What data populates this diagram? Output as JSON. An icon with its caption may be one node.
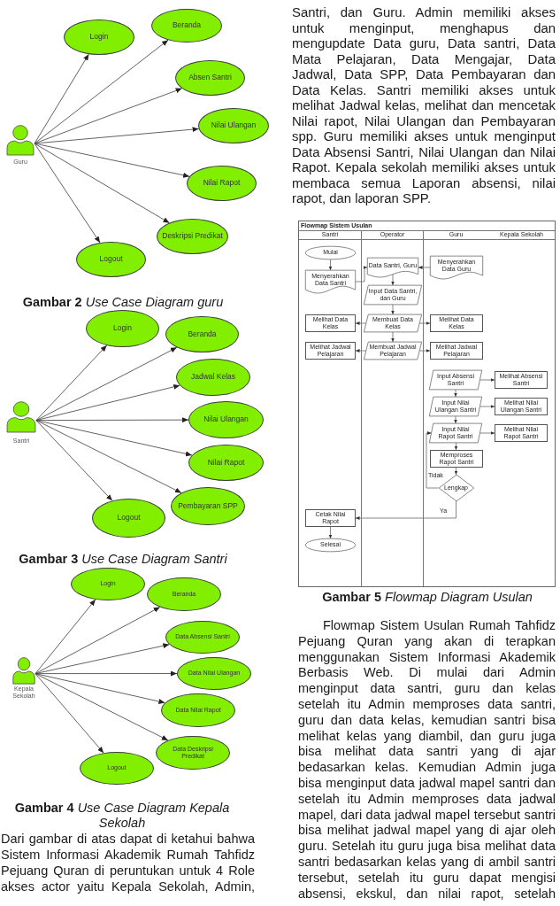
{
  "diagram": {
    "nodes": [
      {
        "text": [],
        "shape": "person",
        "beside": [
          "Guru"
        ]
      },
      {
        "text": [
          "Login"
        ]
      },
      {
        "text": [
          "Beranda"
        ]
      },
      {
        "text": [
          "Absen Santri"
        ]
      },
      {
        "text": [
          "Nilai Ulangan"
        ]
      },
      {
        "text": [
          "Nilai Rapot"
        ]
      },
      {
        "text": [
          "Deskripsi Predikat"
        ]
      },
      {
        "text": [
          "Logout"
        ]
      },
      {
        "text": [],
        "shape": "person",
        "beside": [
          "Santri"
        ]
      },
      {
        "text": [
          "Login"
        ]
      },
      {
        "text": [
          "Beranda"
        ]
      },
      {
        "text": [
          "Jadwal Kelas"
        ]
      },
      {
        "text": [
          "Nilai Ulangan"
        ]
      },
      {
        "text": [
          "Nilai Rapot"
        ]
      },
      {
        "text": [
          "Pembayaran SPP"
        ]
      },
      {
        "text": [
          "Logout"
        ]
      },
      {
        "text": [],
        "shape": "person",
        "beside": [
          "Kepala Sekolah"
        ]
      },
      {
        "text": [
          "Login"
        ]
      },
      {
        "text": [
          "Beranda"
        ]
      },
      {
        "text": [
          "Data Absensi Santri"
        ]
      },
      {
        "text": [
          "Data Nilai Ulangan"
        ]
      },
      {
        "text": [
          "Data Nilai Rapot"
        ]
      },
      {
        "text": [
          "Data Deskripsi Predikat"
        ]
      },
      {
        "text": [
          "Logout"
        ]
      },
      {
        "text": [
          "Flowmap Sistem Usulan"
        ]
      },
      {
        "text": [
          "Santri"
        ],
        "in": 24
      },
      {
        "text": [
          "Operator"
        ],
        "in": 24
      },
      {
        "text": [
          "Guru"
        ],
        "in": 24
      },
      {
        "text": [
          "Kepala Sekolah"
        ],
        "in": 24
      },
      {
        "text": [
          "Mulai"
        ],
        "in": 25
      },
      {
        "text": [
          "Menyerahkan Data Santri"
        ],
        "in": 25
      },
      {
        "text": [
          "Melihat Data Kelas"
        ],
        "in": 25
      },
      {
        "text": [
          "Melihat Jadwal Pelajaran"
        ],
        "in": 25
      },
      {
        "text": [
          "Cetak Nilai Rapot"
        ],
        "in": 25
      },
      {
        "text": [
          "Selesai"
        ],
        "in": 25
      },
      {
        "text": [
          "Data Santri, Guru"
        ],
        "in": 26
      },
      {
        "text": [
          "Input Data Santri, dan Guru"
        ],
        "in": 26
      },
      {
        "text": [
          "Membuat Data Kelas"
        ],
        "in": 26
      },
      {
        "text": [
          "Membuat Jadwal Pelajaran"
        ],
        "in": 26
      },
      {
        "text": [
          "Menyerahkan Data Guru"
        ],
        "in": 27
      },
      {
        "text": [
          "Melihat Data Kelas"
        ],
        "in": 27
      },
      {
        "text": [
          "Melihat Jadwal Pelajaran"
        ],
        "in": 27
      },
      {
        "text": [
          "Input Absensi Santri"
        ],
        "in": 27
      },
      {
        "text": [
          "Input Nilai Ulangan Santri"
        ],
        "in": 27
      },
      {
        "text": [
          "Input Nilai Rapot Santri"
        ],
        "in": 27
      },
      {
        "text": [
          "Memproses Rapot Santri"
        ],
        "in": 27
      },
      {
        "text": [
          "Lengkap"
        ],
        "in": 27
      },
      {
        "text": [
          "Melihat Absensi Santri"
        ],
        "in": 28
      },
      {
        "text": [
          "Melihat Nilai Ulangan Santri"
        ],
        "in": 28
      },
      {
        "text": [
          "Melihat Nilai Rapot Santri"
        ],
        "in": 28
      }
    ],
    "edges": [
      {
        "from": 0,
        "to": 1,
        "arrow": "to"
      },
      {
        "from": 0,
        "to": 2,
        "arrow": "to"
      },
      {
        "from": 0,
        "to": 3,
        "arrow": "to"
      },
      {
        "from": 0,
        "to": 4,
        "arrow": "to"
      },
      {
        "from": 0,
        "to": 5,
        "arrow": "to"
      },
      {
        "from": 0,
        "to": 6,
        "arrow": "to"
      },
      {
        "from": 0,
        "to": 7,
        "arrow": "to"
      },
      {
        "from": 8,
        "to": 9,
        "arrow": "to"
      },
      {
        "from": 8,
        "to": 10,
        "arrow": "to"
      },
      {
        "from": 8,
        "to": 11,
        "arrow": "to"
      },
      {
        "from": 8,
        "to": 12,
        "arrow": "to"
      },
      {
        "from": 8,
        "to": 13,
        "arrow": "to"
      },
      {
        "from": 8,
        "to": 14,
        "arrow": "to"
      },
      {
        "from": 8,
        "to": 15,
        "arrow": "to"
      },
      {
        "from": 16,
        "to": 17,
        "arrow": "to"
      },
      {
        "from": 16,
        "to": 18,
        "arrow": "to"
      },
      {
        "from": 16,
        "to": 19,
        "arrow": "to"
      },
      {
        "from": 16,
        "to": 20,
        "arrow": "to"
      },
      {
        "from": 16,
        "to": 21,
        "arrow": "to"
      },
      {
        "from": 16,
        "to": 22,
        "arrow": "to"
      },
      {
        "from": 16,
        "to": 23,
        "arrow": "to"
      },
      {
        "from": 29,
        "to": 30,
        "arrow": "to"
      },
      {
        "from": 30,
        "to": 35,
        "arrow": "to"
      },
      {
        "from": 39,
        "to": 35,
        "arrow": "to"
      },
      {
        "from": 35,
        "to": 36,
        "arrow": "to"
      },
      {
        "from": 36,
        "to": 37,
        "arrow": "to"
      },
      {
        "from": 37,
        "to": 31,
        "arrow": "to"
      },
      {
        "from": 37,
        "to": 40,
        "arrow": "to"
      },
      {
        "from": 37,
        "to": 38,
        "arrow": "to"
      },
      {
        "from": 38,
        "to": 32,
        "arrow": "to"
      },
      {
        "from": 38,
        "to": 41,
        "arrow": "to"
      },
      {
        "from": 42,
        "to": 47,
        "arrow": "to"
      },
      {
        "from": 42,
        "to": 43,
        "arrow": "to"
      },
      {
        "from": 43,
        "to": 48,
        "arrow": "to"
      },
      {
        "from": 43,
        "to": 44,
        "arrow": "to"
      },
      {
        "from": 44,
        "to": 49,
        "arrow": "to"
      },
      {
        "from": 44,
        "to": 45,
        "arrow": "to"
      },
      {
        "from": 45,
        "to": 46,
        "arrow": "to"
      },
      {
        "from": 46,
        "to": 44,
        "label": "Tidak",
        "arrow": "to"
      },
      {
        "from": 46,
        "to": 33,
        "label": "Ya",
        "arrow": "to"
      },
      {
        "from": 33,
        "to": 34,
        "arrow": "to"
      }
    ],
    "labels": [
      "**Gambar 2** *Use Case Diagram guru*",
      "**Gambar 3** *Use Case Diagram Santri*",
      "**Gambar 4** *Use Case Diagram Kepala Sekolah*",
      "Dari gambar di atas dapat di ketahui bahwa Sistem Informasi Akademik Rumah Tahfidz Pejuang Quran di peruntukan untuk 4 Role akses actor yaitu Kepala Sekolah, Admin,",
      "Santri, dan Guru. Admin memiliki akses untuk menginput, menghapus dan mengupdate Data guru, Data santri, Data Mata Pelajaran, Data Mengajar, Data Jadwal, Data SPP, Data Pembayaran dan Data Kelas. Santri memiliki akses untuk melihat Jadwal kelas, melihat dan mencetak Nilai rapot, Nilai Ulangan dan Pembayaran spp. Guru memiliki akses untuk menginput Data Absensi Santri, Nilai Ulangan dan Nilai Rapot. Kepala sekolah memiliki akses untuk membaca semua Laporan absensi, nilai rapot, dan laporan SPP.",
      "**Gambar 5** *Flowmap Diagram Usulan*",
      "Flowmap Sistem Usulan Rumah Tahfidz Pejuang Quran yang akan di terapkan menggunakan Sistem Informasi Akademik Berbasis Web. Di mulai dari Admin menginput data santri, guru dan kelas setelah itu Admin memproses data santri, guru dan data kelas, kemudian santri bisa melihat kelas yang diambil, dan guru juga bisa melihat data santri yang di ajar bedasarkan kelas. Kemudian Admin juga bisa menginput data jadwal mapel santri dan setelah itu Admin memproses data jadwal mapel, dari data jadwal mapel tersebut santri bisa melihat jadwal mapel yang di ajar oleh guru. Setelah itu guru juga bisa melihat data santri bedasarkan kelas yang di ambil santri tersebut, setelah itu guru dapat mengisi absensi, ekskul, dan nilai rapot, setelah"
    ]
  }
}
